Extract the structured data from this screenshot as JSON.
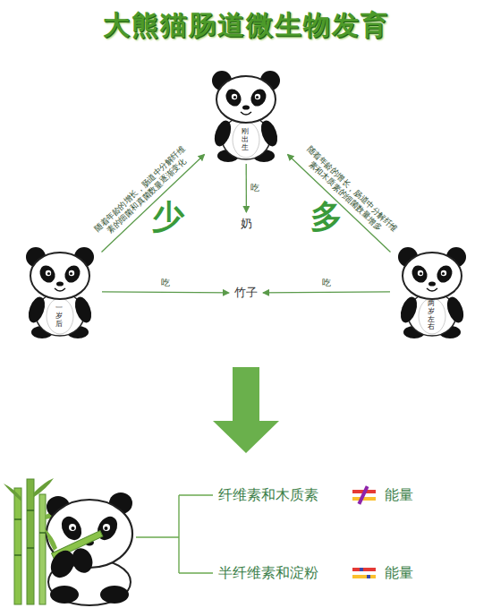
{
  "diagram": {
    "title": "大熊猫肠道微生物发育",
    "nodes": [
      {
        "text": [
          "刚出生"
        ]
      },
      {
        "text": [
          "奶"
        ]
      },
      {
        "text": [
          "一岁后"
        ]
      },
      {
        "text": [
          "竹子"
        ]
      },
      {
        "text": [
          "两岁左右"
        ]
      }
    ],
    "edges": [
      {
        "from": 0,
        "to": 1,
        "label": "吃",
        "arrow": "to"
      },
      {
        "from": 2,
        "to": 3,
        "label": "吃",
        "arrow": "to"
      },
      {
        "from": 4,
        "to": 3,
        "label": "吃",
        "arrow": "to"
      },
      {
        "from": 2,
        "to": 0,
        "label": "随着年龄的增长，肠道中分解纤维素的细菌和真菌数量逐渐变化",
        "arrow": "to"
      },
      {
        "from": 4,
        "to": 0,
        "label": "随着年龄的增长，肠道中分解纤维素和木质素的细菌数量增多",
        "arrow": "to"
      }
    ],
    "labels": [
      "少",
      "多",
      "纤维素和木质素",
      "能量",
      "半纤维素和淀粉",
      "能量"
    ]
  }
}
